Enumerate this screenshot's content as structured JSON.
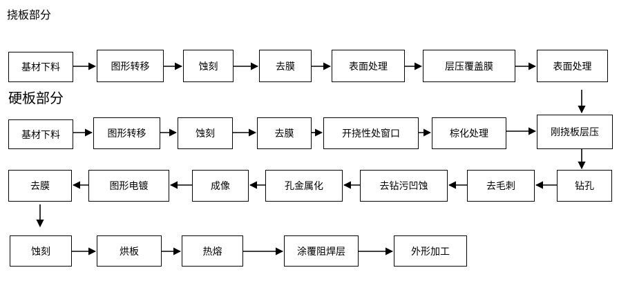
{
  "flex_section": {
    "title": "挠板部分",
    "steps": [
      "基材下料",
      "图形转移",
      "蚀刻",
      "去膜",
      "表面处理",
      "层压覆盖膜",
      "表面处理"
    ]
  },
  "rigid_section": {
    "title": "硬板部分",
    "row1": [
      "基材下料",
      "图形转移",
      "蚀刻",
      "去膜",
      "开挠性处窗口",
      "棕化处理",
      "刚挠板层压"
    ],
    "row2": [
      "钻孔",
      "去毛刺",
      "去钻污凹蚀",
      "孔金属化",
      "成像",
      "图形电镀",
      "去膜"
    ],
    "row3": [
      "蚀刻",
      "烘板",
      "热熔",
      "涂覆阻焊层",
      "外形加工"
    ]
  }
}
